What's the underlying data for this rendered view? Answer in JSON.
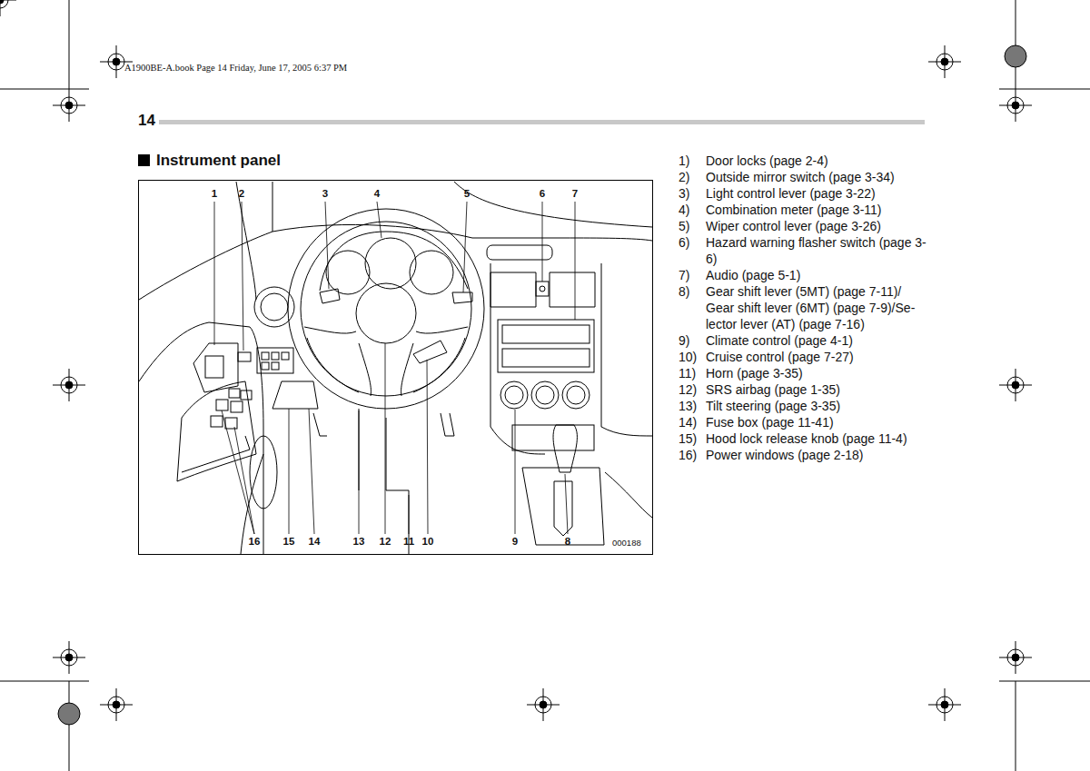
{
  "diagram": {
    "title": "Instrument panel",
    "labels": [
      "A1900BE-A.book Page 14 Friday, June 17, 2005 6:37 PM",
      "14",
      "1",
      "2",
      "3",
      "4",
      "5",
      "6",
      "7",
      "16",
      "15",
      "14",
      "13",
      "12",
      "11",
      "10",
      "9",
      "8",
      "000188",
      "1)",
      "Door locks (page 2-4)",
      "2)",
      "Outside mirror switch (page 3-34)",
      "3)",
      "Light control lever (page 3-22)",
      "4)",
      "Combination meter (page 3-11)",
      "5)",
      "Wiper control lever (page 3-26)",
      "6)",
      "Hazard warning flasher switch (page 3-6)",
      "7)",
      "Audio (page 5-1)",
      "8)",
      "Gear shift lever (5MT) (page 7-11)/ Gear shift lever (6MT) (page 7-9)/Se- lector lever (AT) (page 7-16)",
      "9)",
      "Climate control (page 4-1)",
      "10)",
      "Cruise control (page 7-27)",
      "11)",
      "Horn (page 3-35)",
      "12)",
      "SRS airbag (page 1-35)",
      "13)",
      "Tilt steering (page 3-35)",
      "14)",
      "Fuse box (page 11-41)",
      "15)",
      "Hood lock release knob (page 11-4)",
      "16)",
      "Power windows (page 2-18)"
    ]
  }
}
